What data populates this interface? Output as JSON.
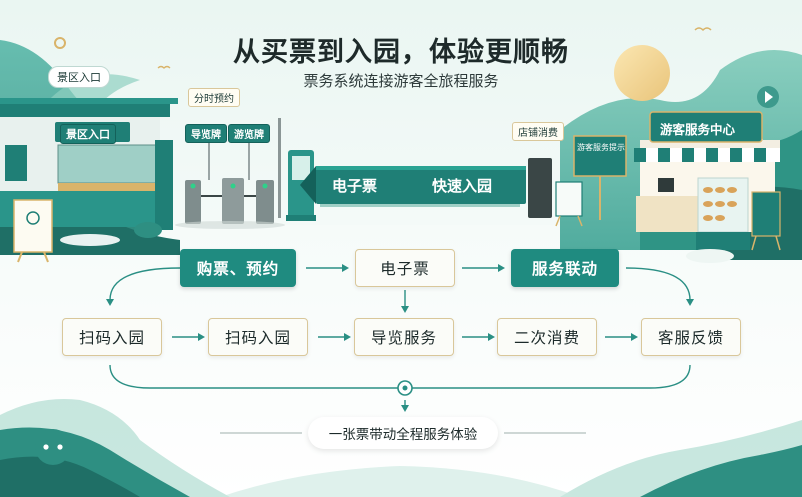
{
  "header": {
    "title": "从买票到入园，体验更顺畅",
    "subtitle": "票务系统连接游客全旅程服务"
  },
  "scene": {
    "ticket_office_side_sign": "景区入口",
    "ticket_office_roof_sign": "景区入口",
    "timed_booking_tag": "分时预约",
    "guide_sign": "导览牌",
    "tour_sign": "游览牌",
    "gate_banner_left": "电子票",
    "gate_banner_right": "快速入园",
    "shop_tag": "店铺消费",
    "service_center_sign": "游客服务中心",
    "notice_board": "游客服务提示"
  },
  "flow": {
    "top": [
      "购票、预约",
      "电子票",
      "服务联动"
    ],
    "bottom": [
      "扫码入园",
      "扫码入园",
      "导览服务",
      "二次消费",
      "客服反馈"
    ]
  },
  "footer": {
    "tagline": "一张票带动全程服务体验"
  },
  "colors": {
    "teal": "#1f8b80",
    "teal_dark": "#14615a",
    "gold": "#d9b46a",
    "card_border": "#d9c79a",
    "arrow": "#2a8f84"
  }
}
